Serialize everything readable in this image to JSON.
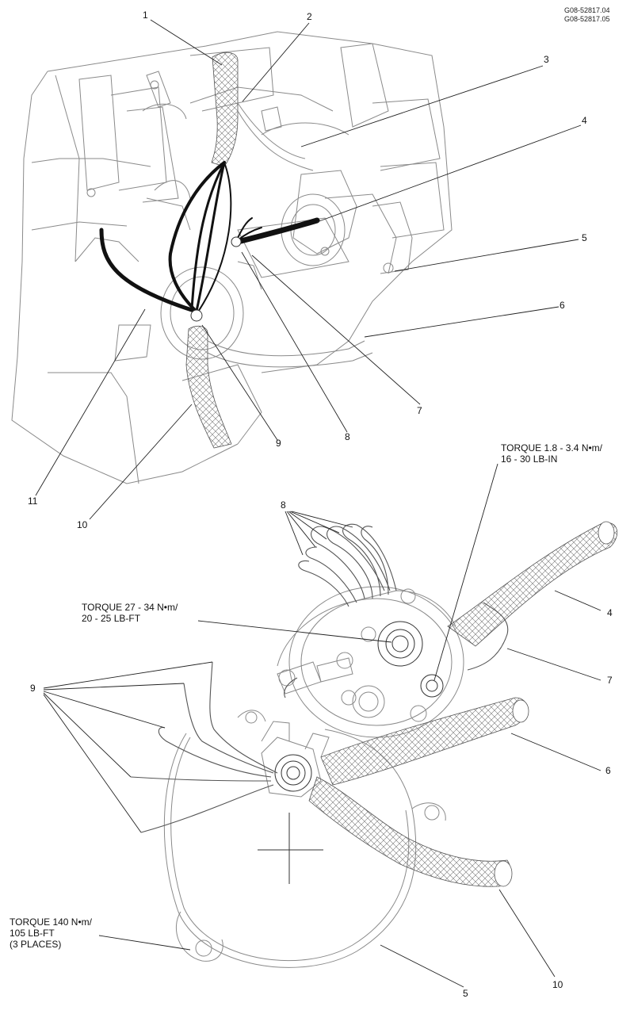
{
  "figure_refs": [
    "G08-52817.04",
    "G08-52817.05"
  ],
  "top_callouts": {
    "c1": "1",
    "c2": "2",
    "c3": "3",
    "c4": "4",
    "c5": "5",
    "c6": "6",
    "c7": "7",
    "c8": "8",
    "c9": "9",
    "c10": "10",
    "c11": "11"
  },
  "bottom_callouts": {
    "c8": "8",
    "c4": "4",
    "c9": "9",
    "c7": "7",
    "c6": "6",
    "c5": "5",
    "c10": "10"
  },
  "torque_specs": {
    "terminal_nut": [
      "TORQUE 1.8 - 3.4 N•m/",
      "16 - 30 LB-IN"
    ],
    "battery_nut": [
      "TORQUE 27 - 34 N•m/",
      "20 - 25 LB-FT"
    ],
    "mount_bolts": [
      "TORQUE 140 N•m/",
      "105 LB-FT",
      "(3 PLACES)"
    ]
  },
  "colors": {
    "line": "#222222",
    "light": "#8a8a8a",
    "cable": "#111111"
  }
}
